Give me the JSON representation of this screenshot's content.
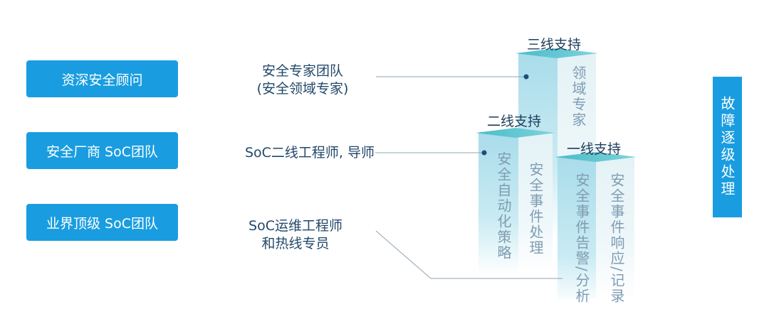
{
  "left_boxes": [
    "资深安全顾问",
    "安全厂商 SoC团队",
    "业界顶级 SoC团队"
  ],
  "middle_labels": {
    "tier3_line1": "安全专家团队",
    "tier3_line2": "(安全领域专家)",
    "tier2": "SoC二线工程师, 导师",
    "tier1_line1": "SoC运维工程师",
    "tier1_line2": "和热线专员"
  },
  "columns": {
    "third": {
      "title": "三线支持",
      "side_text": "领域专家"
    },
    "second": {
      "title": "二线支持",
      "front_text": "安全自动化策略",
      "side_text": "安全事件处理"
    },
    "first": {
      "title": "一线支持",
      "front_text": "安全事件告警/分析",
      "side_text": "安全事件响应/记录"
    }
  },
  "right_box": "故障逐级处理",
  "colors": {
    "box": "#1a9de0",
    "text": "#22486a",
    "dot": "#1b4f7a"
  }
}
